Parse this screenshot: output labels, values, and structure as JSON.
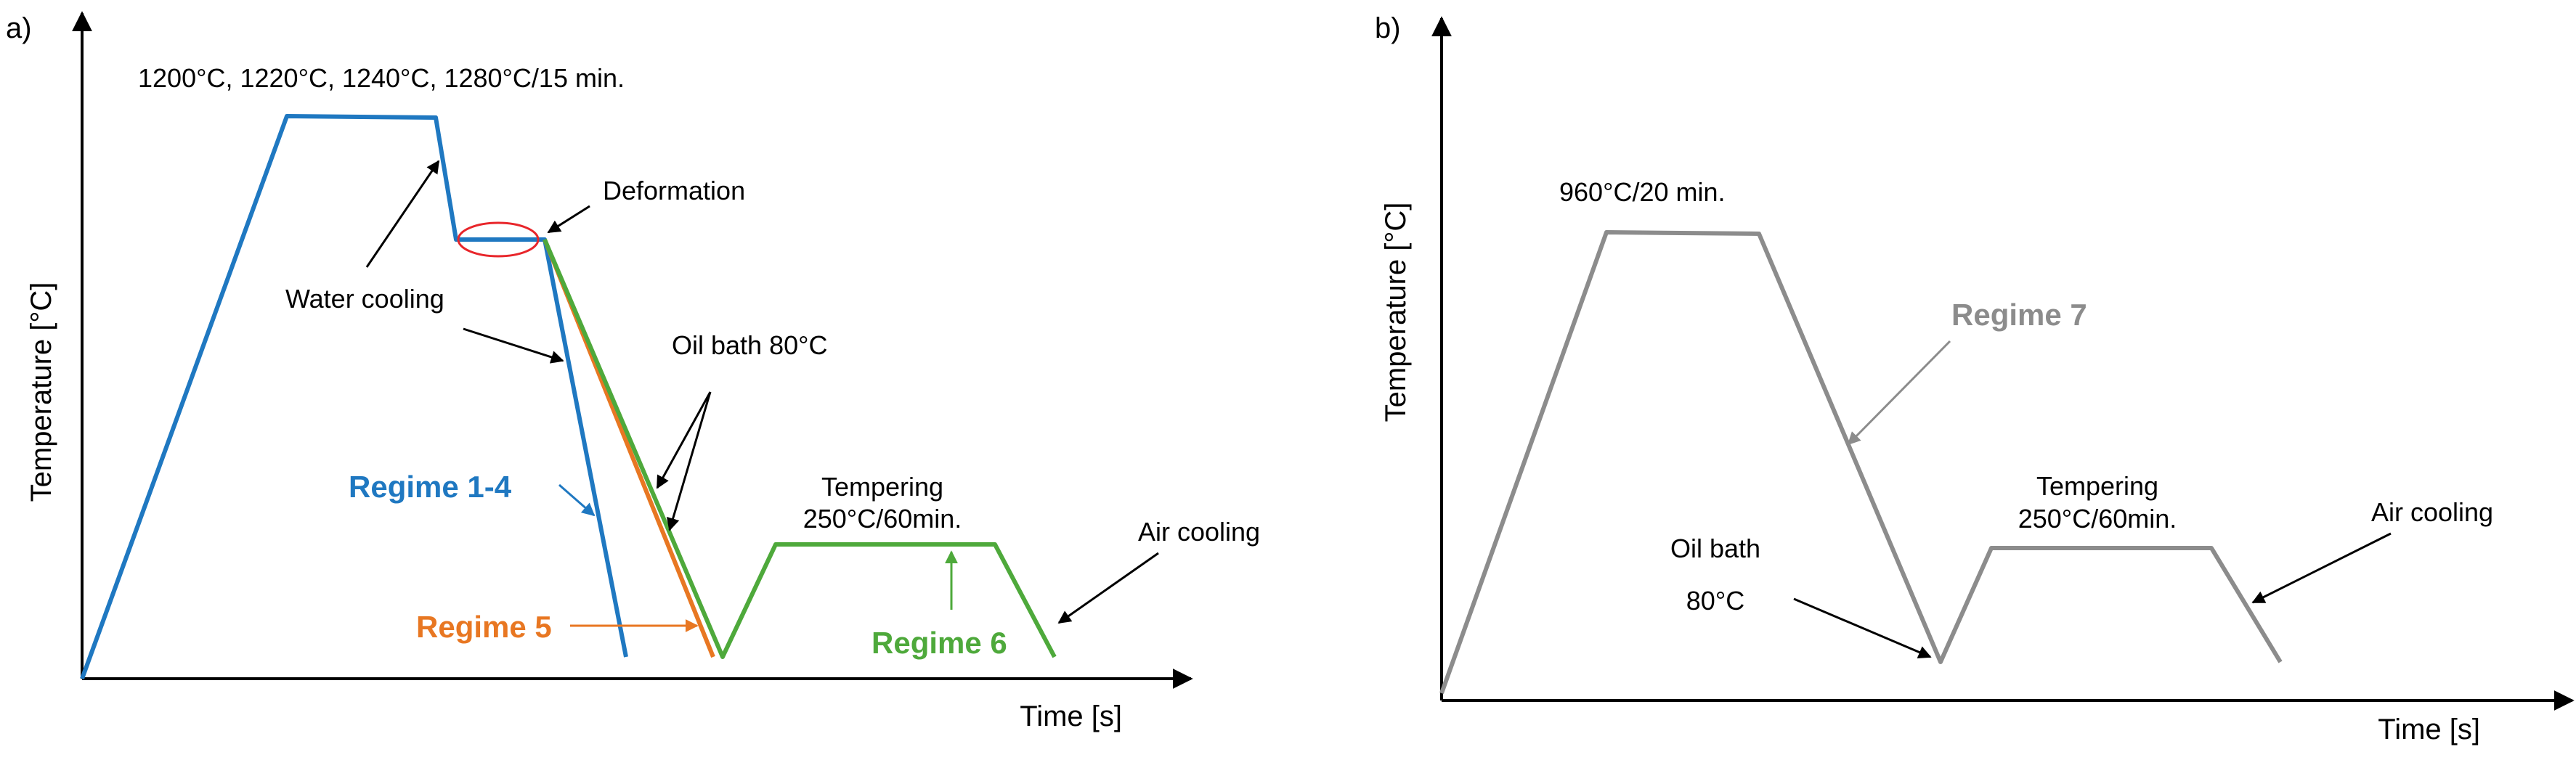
{
  "colors": {
    "blue": "#1f78c1",
    "orange": "#e87722",
    "green": "#4ea93b",
    "gray": "#8c8c8c",
    "red": "#e8262b",
    "axis": "#000000"
  },
  "panel_a": {
    "tag": "a)",
    "ylabel": "Temperature [°C]",
    "xlabel": "Time [s]",
    "top_label": "1200°C, 1220°C, 1240°C, 1280°C/15 min.",
    "deformation": "Deformation",
    "water_cooling": "Water cooling",
    "oil_bath": "Oil bath 80°C",
    "tempering_line1": "Tempering",
    "tempering_line2": "250°C/60min.",
    "air_cooling": "Air cooling",
    "regime_1_4": "Regime 1-4",
    "regime_5": "Regime 5",
    "regime_6": "Regime 6"
  },
  "panel_b": {
    "tag": "b)",
    "ylabel": "Temperature [°C]",
    "xlabel": "Time [s]",
    "top_label": "960°C/20 min.",
    "regime_7": "Regime 7",
    "oil_bath_line1": "Oil bath",
    "oil_bath_line2": "80°C",
    "tempering_line1": "Tempering",
    "tempering_line2": "250°C/60min.",
    "air_cooling": "Air cooling"
  }
}
